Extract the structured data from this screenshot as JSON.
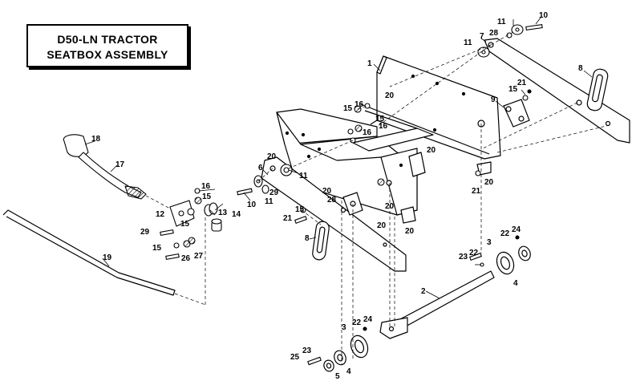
{
  "title": {
    "line1": "D50-LN TRACTOR",
    "line2": "SEATBOX ASSEMBLY"
  },
  "colors": {
    "line": "#000000",
    "paper": "#ffffff"
  },
  "callouts": [
    "1",
    "2",
    "3",
    "3",
    "4",
    "4",
    "5",
    "6",
    "7",
    "8",
    "8",
    "9",
    "10",
    "10",
    "11",
    "11",
    "11",
    "11",
    "12",
    "13",
    "14",
    "15",
    "15",
    "15",
    "15",
    "15",
    "15",
    "15",
    "16",
    "16",
    "16",
    "16",
    "17",
    "18",
    "19",
    "20",
    "20",
    "20",
    "20",
    "20",
    "20",
    "20",
    "20",
    "21",
    "21",
    "21",
    "22",
    "22",
    "22",
    "23",
    "23",
    "24",
    "24",
    "25",
    "26",
    "27",
    "28",
    "28",
    "29",
    "29"
  ]
}
